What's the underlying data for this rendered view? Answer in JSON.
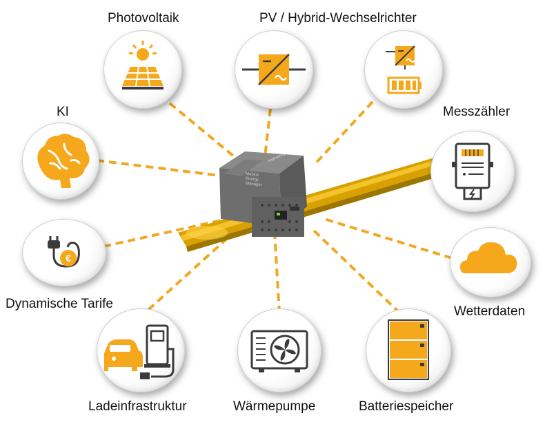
{
  "colors": {
    "accent": "#f5a81c",
    "dark": "#3b3b3b",
    "connector": "#f0a820",
    "rail": "#d9a400"
  },
  "labels": {
    "photovoltaik": "Photovoltaik",
    "inverter": "PV / Hybrid-Wechselrichter",
    "ki": "KI",
    "messzaehler": "Messzähler",
    "tarife": "Dynamische Tarife",
    "wetter": "Wetterdaten",
    "lade": "Ladeinfrastruktur",
    "waerme": "Wärmepumpe",
    "batterie": "Batteriespeicher"
  },
  "device": {
    "label_lines": [
      "Mobius",
      "Energy",
      "Manager"
    ],
    "brand": "engineering"
  },
  "icons": {
    "photovoltaik": "solar-panel-sun-icon",
    "inverter": "inverter-icon",
    "hybrid": "hybrid-inverter-battery-icon",
    "ki": "brain-icon",
    "messzaehler": "electricity-meter-icon",
    "tarife": "plug-euro-icon",
    "wetter": "cloud-icon",
    "lade": "car-charging-station-icon",
    "waerme": "heat-pump-icon",
    "batterie": "battery-rack-icon"
  }
}
